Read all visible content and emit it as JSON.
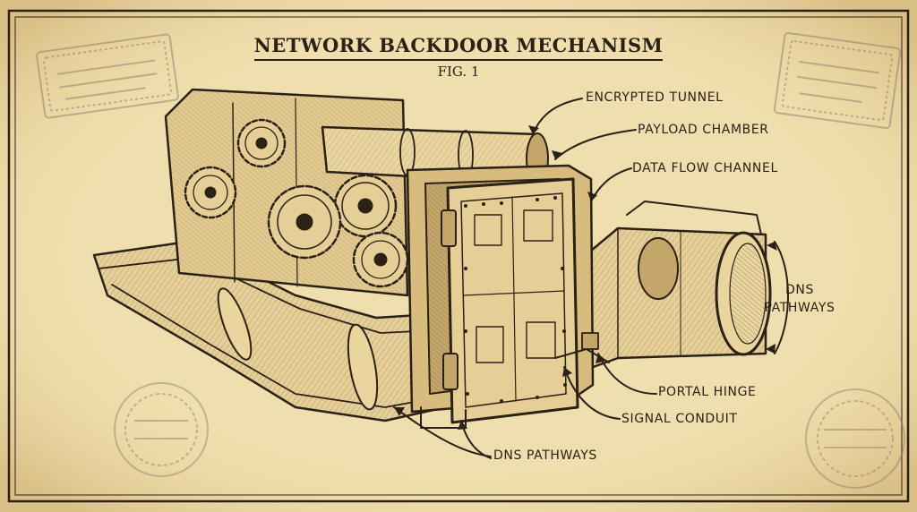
{
  "figure": {
    "title": "NETWORK BACKDOOR MECHANISM",
    "subtitle": "FIG. 1"
  },
  "callouts": {
    "encrypted_tunnel": "ENCRYPTED TUNNEL",
    "payload_chamber": "PAYLOAD CHAMBER",
    "data_flow_channel": "DATA FLOW CHANNEL",
    "dns_pathways_right_line1": "DNS",
    "dns_pathways_right_line2": "PATHWAYS",
    "portal_hinge": "PORTAL HINGE",
    "signal_conduit": "SIGNAL CONDUIT",
    "dns_pathways_bottom": "DNS PATHWAYS"
  },
  "colors": {
    "paper": "#f0dfae",
    "ink": "#2b2116",
    "stamp": "#8a7d6b"
  },
  "icons": [
    "postal-stamp-icon",
    "gear-icon",
    "vault-door-icon",
    "pipe-icon"
  ]
}
